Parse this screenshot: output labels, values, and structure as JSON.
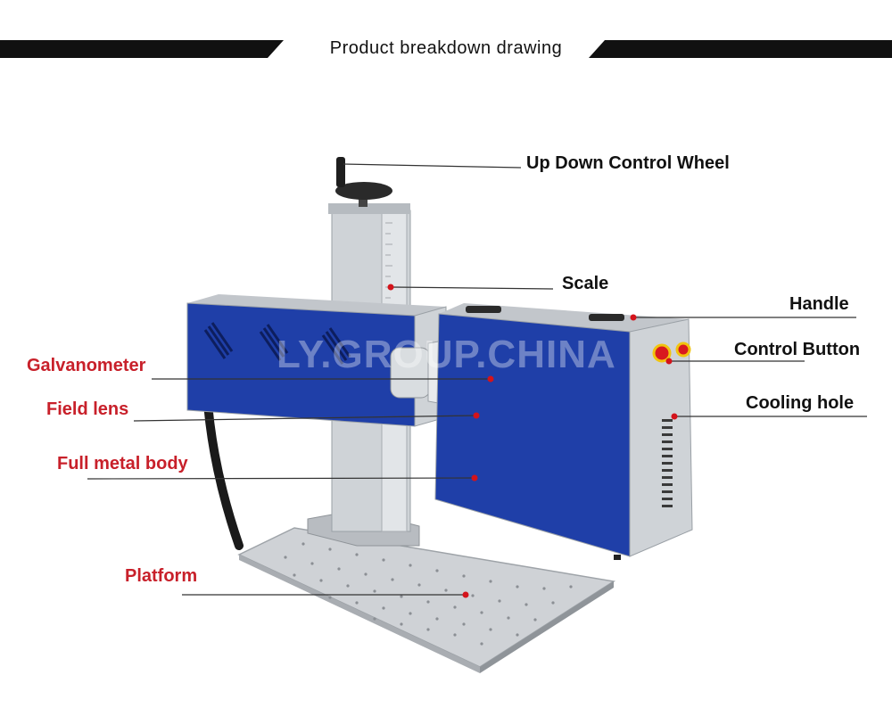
{
  "header": {
    "title": "Product breakdown drawing"
  },
  "watermark": "LY.GROUP.CHINA",
  "labels": {
    "up_down_control_wheel": "Up Down Control Wheel",
    "scale": "Scale",
    "handle": "Handle",
    "control_button": "Control Button",
    "cooling_hole": "Cooling hole",
    "galvanometer": "Galvanometer",
    "field_lens": "Field lens",
    "full_metal_body": "Full metal body",
    "platform": "Platform"
  },
  "colors": {
    "label_red": "#c8202a",
    "label_dark": "#111111",
    "body_blue": "#1f3fa8",
    "metal_silver": "#c9ccd0",
    "marker_red": "#d4131b"
  }
}
